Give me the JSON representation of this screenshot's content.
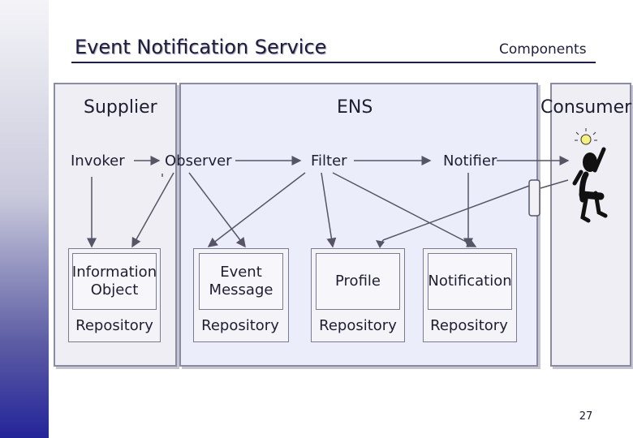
{
  "header": {
    "title": "Event Notification Service",
    "section": "Components"
  },
  "panels": {
    "supplier": "Supplier",
    "ens": "ENS",
    "consumer": "Consumer"
  },
  "components": {
    "invoker": "Invoker",
    "observer": "Observer",
    "filter": "Filter",
    "notifier": "Notifier"
  },
  "stores": [
    {
      "name": "Information Object",
      "repo": "Repository"
    },
    {
      "name": "Event Message",
      "repo": "Repository"
    },
    {
      "name": "Profile",
      "repo": "Repository"
    },
    {
      "name": "Notification",
      "repo": "Repository"
    }
  ],
  "footer": {
    "page": "27"
  },
  "colors": {
    "sidebar_bottom": "#24249a",
    "line": "#555566"
  }
}
